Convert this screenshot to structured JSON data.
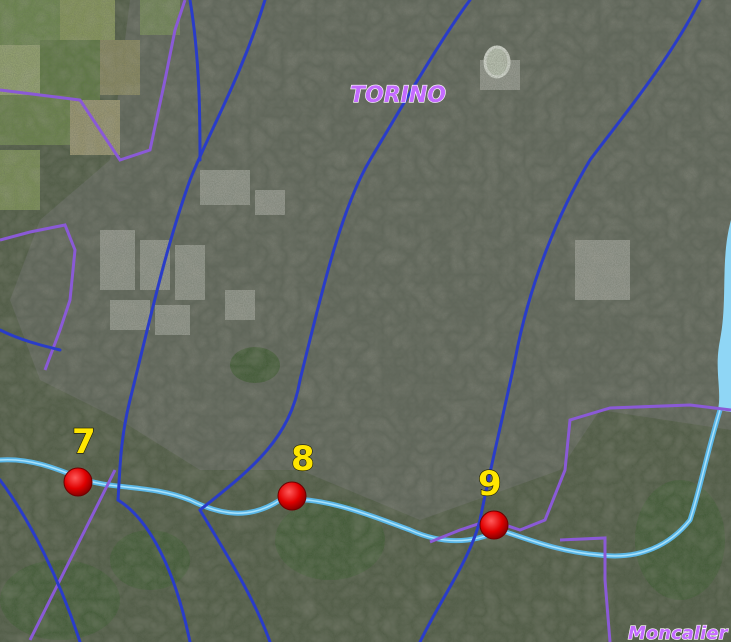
{
  "map": {
    "city_label": "TORINO",
    "edge_label": "Moncalier",
    "markers": [
      {
        "id": "7",
        "label": "7"
      },
      {
        "id": "8",
        "label": "8"
      },
      {
        "id": "9",
        "label": "9"
      }
    ]
  },
  "colors": {
    "marker_fill": "#e00000",
    "marker_text": "#ffe600",
    "river": "#5ab6e6",
    "road": "#2a3cc8",
    "boundary": "#8a5ad6",
    "city_label": "#c46bff"
  },
  "icons": [
    "marker-dot-icon"
  ]
}
